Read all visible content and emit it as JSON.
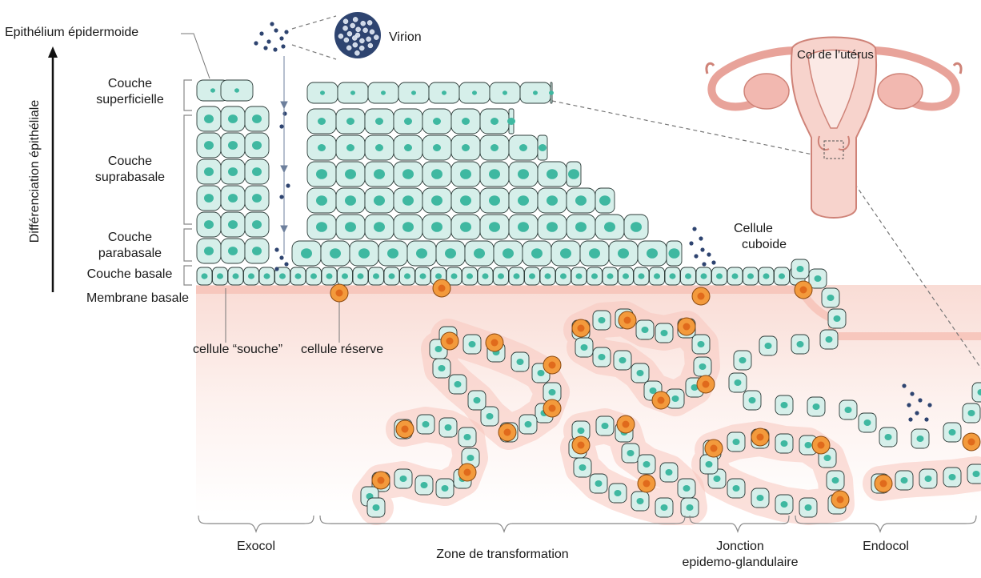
{
  "figure": {
    "axis_label": "Différenciation épithéliale",
    "top_label": "Epithélium épidermoide",
    "layers": [
      {
        "line1": "Couche",
        "line2": "superficielle"
      },
      {
        "line1": "Couche",
        "line2": "suprabasale"
      },
      {
        "line1": "Couche",
        "line2": "parabasale"
      }
    ],
    "basal_layer": "Couche basale",
    "basement_membrane": "Membrane basale",
    "virion": "Virion",
    "uterus_label": "Col de l’utérus",
    "cuboid": {
      "line1": "Cellule",
      "line2": "cuboide"
    },
    "stem_cell": "cellule “souche”",
    "reserve_cell": "cellule réserve",
    "regions": {
      "exocol": "Exocol",
      "transformation": "Zone de transformation",
      "junction_line1": "Jonction",
      "junction_line2": "epidemo-glandulaire",
      "endocol": "Endocol"
    },
    "colors": {
      "cell_fill": "#d6efea",
      "cell_stroke": "#2c3b38",
      "nucleus": "#3fb8a1",
      "stroma": "#fbe6e1",
      "membrane": "#f7c7bd",
      "reserve_cell": "#f39a3c",
      "virion": "#2e4470",
      "uterus": "#f2b8b0"
    }
  }
}
